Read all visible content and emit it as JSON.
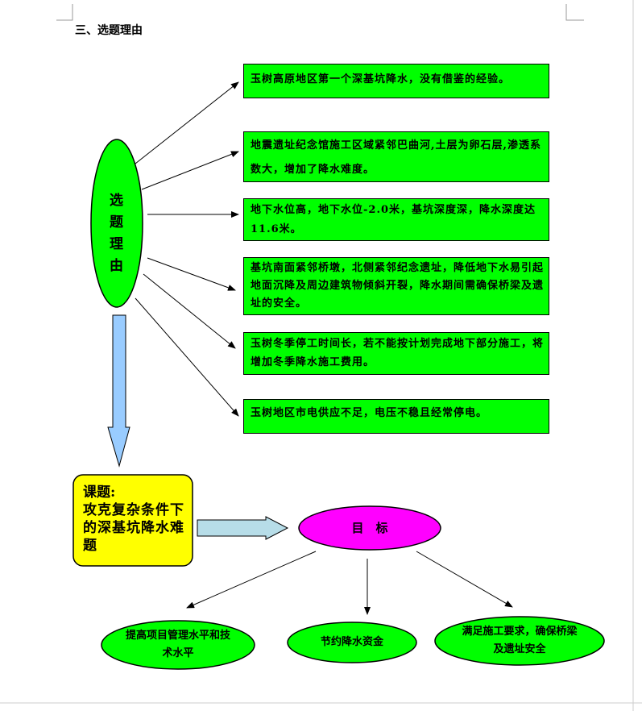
{
  "heading": "三、选题理由",
  "center_label": [
    "选",
    "题",
    "理",
    "由"
  ],
  "reasons": [
    "玉树高原地区第一个深基坑降水，没有借鉴的经验。",
    "地震遗址纪念馆施工区域紧邻巴曲河,土层为卵石层,渗透系数大，增加了降水难度。",
    "地下水位高，地下水位-2.0米，基坑深度深，降水深度达11.6米。",
    "基坑南面紧邻桥墩，北侧紧邻纪念遗址，降低地下水易引起地面沉降及周边建筑物倾斜开裂，降水期间需确保桥梁及遗址的安全。",
    "玉树冬季停工时间长，若不能按计划完成地下部分施工，将增加冬季降水施工费用。",
    "玉树地区市电供应不足，电压不稳且经常停电。"
  ],
  "topic": {
    "label": "课题:",
    "text": "攻克复杂条件下的深基坑降水难题"
  },
  "goal": "目　标",
  "targets": [
    "提高项目管理水平和技术水平",
    "节约降水资金",
    "满足施工要求，确保桥梁及遗址安全"
  ],
  "colors": {
    "green": "#00ff00",
    "yellow": "#ffff00",
    "magenta": "#ff00ff",
    "blue_arrow": "#99ccff",
    "teal_arrow": "#b7dde8"
  }
}
